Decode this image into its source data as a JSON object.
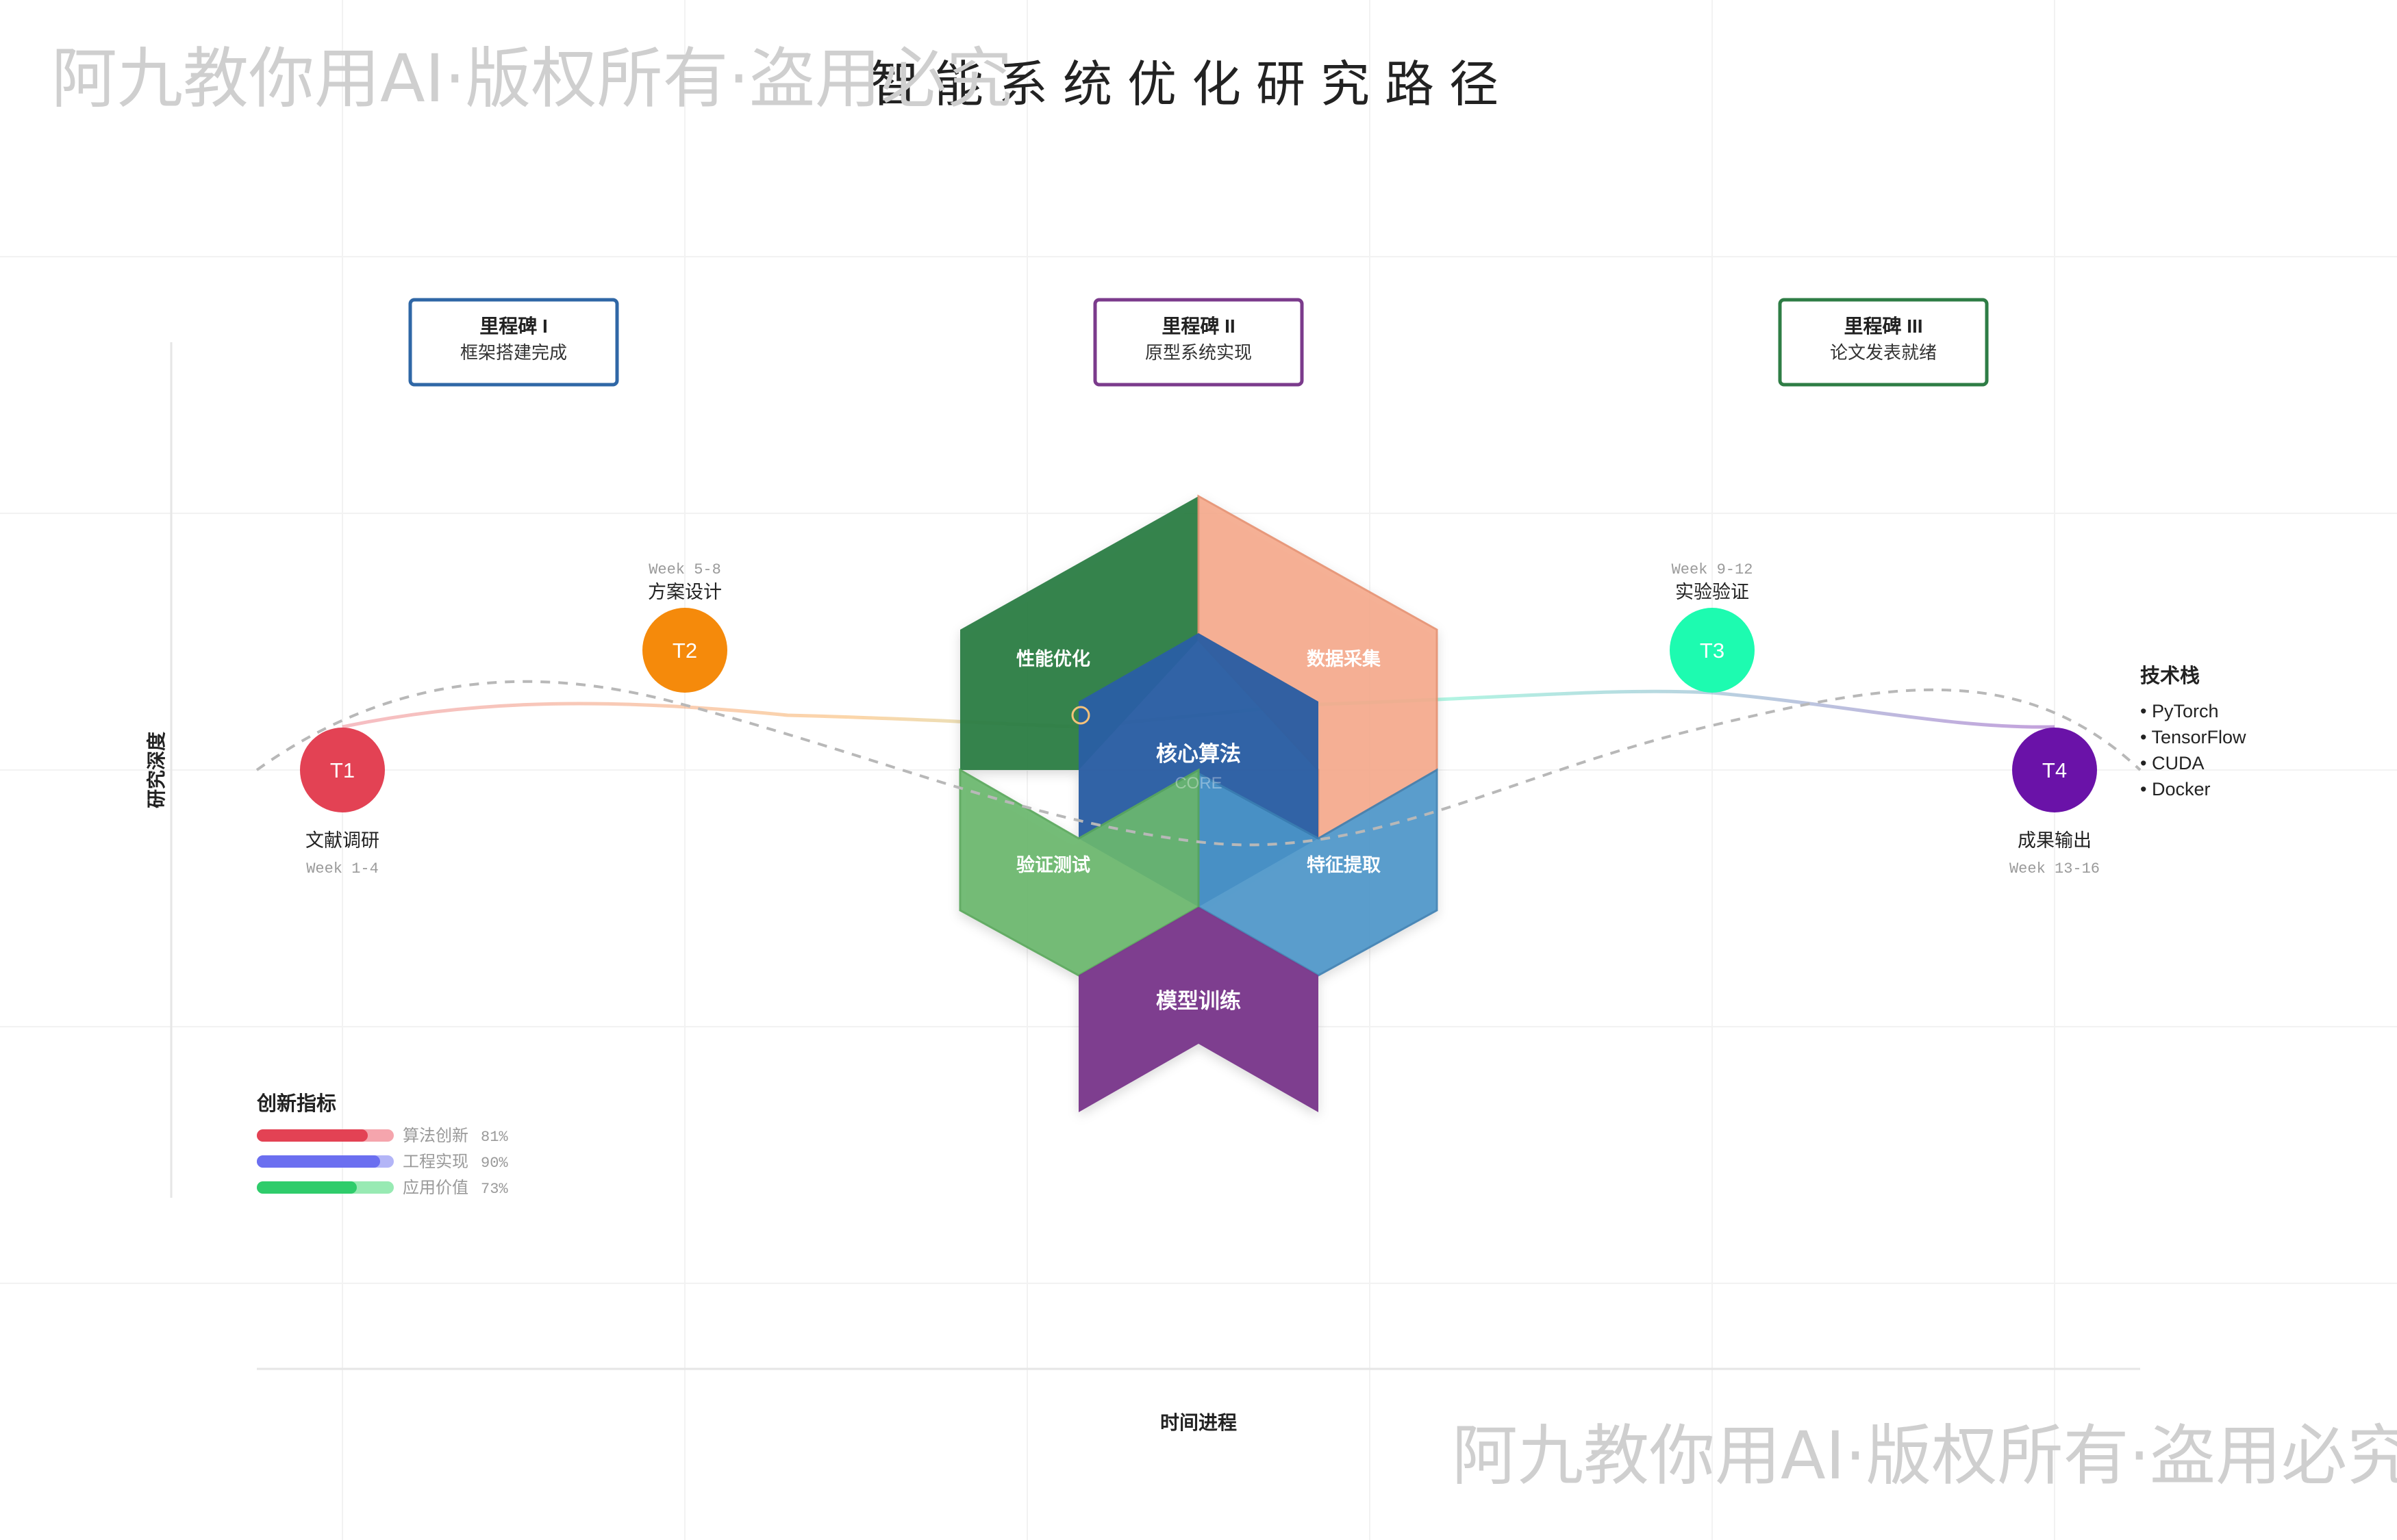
{
  "title": "智能系统优化研究路径",
  "watermark_top": "阿九教你用AI·版权所有·盗用必究",
  "watermark_bottom": "阿九教你用AI·版权所有·盗用必究",
  "milestones": [
    {
      "title": "里程碑 I",
      "subtitle": "框架搭建完成",
      "color": "#2f67a6"
    },
    {
      "title": "里程碑 II",
      "subtitle": "原型系统实现",
      "color": "#7b3b8c"
    },
    {
      "title": "里程碑 III",
      "subtitle": "论文发表就绪",
      "color": "#2e7d45"
    }
  ],
  "tasks": [
    {
      "id": "T1",
      "label": "文献调研",
      "week": "Week 1-4",
      "color": "#e34254"
    },
    {
      "id": "T2",
      "label": "方案设计",
      "week": "Week 5-8",
      "color": "#f58a0b"
    },
    {
      "id": "T3",
      "label": "实验验证",
      "week": "Week 9-12",
      "color": "#1dfbb0"
    },
    {
      "id": "T4",
      "label": "成果输出",
      "week": "Week 13-16",
      "color": "#6a12a8"
    }
  ],
  "hex": {
    "core_title": "核心算法",
    "core_sub": "CORE",
    "segments": [
      {
        "label": "性能优化",
        "color": "#2c7d45"
      },
      {
        "label": "数据采集",
        "color": "#f6a98b"
      },
      {
        "label": "特征提取",
        "color": "#4b95c9"
      },
      {
        "label": "模型训练",
        "color": "#7b3a8c"
      },
      {
        "label": "验证测试",
        "color": "#6bb86e"
      }
    ],
    "core_color": "#2a5fa3"
  },
  "tech_stack": {
    "title": "技术栈",
    "items": [
      "• PyTorch",
      "• TensorFlow",
      "• CUDA",
      "• Docker"
    ]
  },
  "metrics": {
    "title": "创新指标",
    "items": [
      {
        "label": "算法创新",
        "value": 81,
        "color": "#e34254",
        "light": "#f5a5ad"
      },
      {
        "label": "工程实现",
        "value": 90,
        "color": "#6b6ff0",
        "light": "#b3b5f7"
      },
      {
        "label": "应用价值",
        "value": 73,
        "color": "#2fcc6b",
        "light": "#98eab3"
      }
    ]
  },
  "axes": {
    "x_label": "时间进程",
    "y_label": "研究深度"
  }
}
